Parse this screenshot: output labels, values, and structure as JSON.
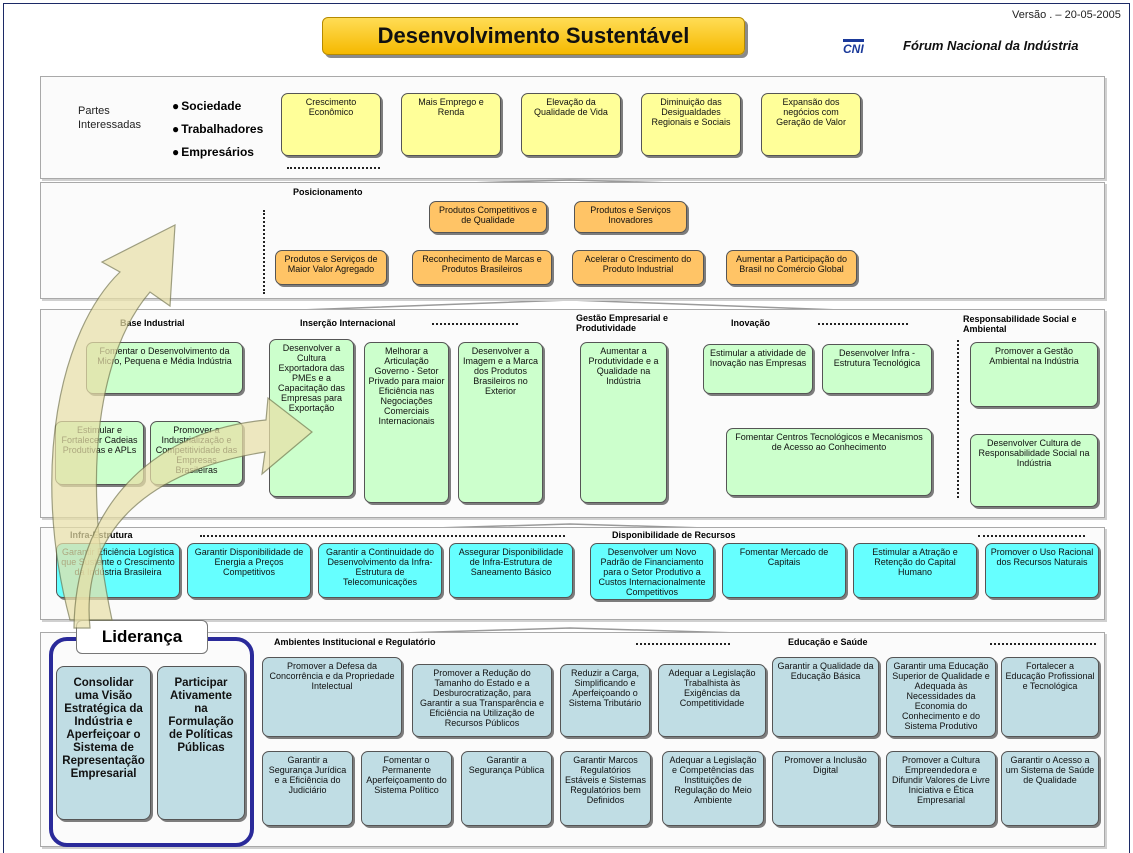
{
  "header": {
    "title": "Desenvolvimento Sustentável",
    "version": "Versão . – 20-05-2005",
    "logo": "CNI",
    "forum": "Fórum Nacional da Indústria"
  },
  "stakeholders": {
    "label": "Partes Interessadas",
    "bullets": [
      "Sociedade",
      "Trabalhadores",
      "Empresários"
    ],
    "goals": [
      "Crescimento Econômico",
      "Mais Emprego e Renda",
      "Elevação da Qualidade de Vida",
      "Diminuição das Desigualdades Regionais e Sociais",
      "Expansão dos negócios com Geração de Valor"
    ]
  },
  "positioning": {
    "title": "Posicionamento",
    "top": [
      "Produtos Competitivos e de Qualidade",
      "Produtos e Serviços Inovadores"
    ],
    "bottom": [
      "Produtos e Serviços de Maior Valor Agregado",
      "Reconhecimento de Marcas e Produtos Brasileiros",
      "Acelerar o Crescimento do Produto Industrial",
      "Aumentar a Participação do Brasil no Comércio Global"
    ]
  },
  "strategy": {
    "headers": {
      "base": "Base Industrial",
      "insercao": "Inserção Internacional",
      "gestao": "Gestão Empresarial e Produtividade",
      "inovacao": "Inovação",
      "responsabilidade": "Responsabilidade Social e Ambiental"
    },
    "base": [
      "Fomentar o Desenvolvimento da Micro, Pequena e Média Indústria",
      "Estimular e Fortalecer Cadeias Produtivas e APLs",
      "Promover a Industrialização e Competitividade das Empresas Brasileiras"
    ],
    "insercao": [
      "Desenvolver a Cultura Exportadora das PMEs e a Capacitação das Empresas para Exportação",
      "Melhorar a Articulação Governo - Setor Privado para maior Eficiência nas Negociações Comerciais Internacionais",
      "Desenvolver a Imagem e a Marca dos Produtos Brasileiros no Exterior"
    ],
    "gestao": [
      "Aumentar a Produtividade e a Qualidade na Indústria"
    ],
    "inovacao": [
      "Estimular a atividade de Inovação nas Empresas",
      "Desenvolver Infra - Estrutura Tecnológica",
      "Fomentar Centros Tecnológicos e Mecanismos de Acesso ao Conhecimento"
    ],
    "responsabilidade": [
      "Promover a Gestão Ambiental na Indústria",
      "Desenvolver Cultura de Responsabilidade Social na Indústria"
    ]
  },
  "resources": {
    "headers": {
      "infra": "Infra-Estrutura",
      "disponibilidade": "Disponibilidade de Recursos"
    },
    "items": [
      "Garantir Eficiência Logística que Sustente o Crescimento da Indústria Brasileira",
      "Garantir Disponibilidade de Energia a Preços Competitivos",
      "Garantir a Continuidade do Desenvolvimento da Infra-Estrutura de Telecomunicações",
      "Assegurar Disponibilidade de Infra-Estrutura de Saneamento Básico",
      "Desenvolver um Novo Padrão de Financiamento para o Setor Produtivo a Custos Internacionalmente Competitivos",
      "Fomentar Mercado de Capitais",
      "Estimular a Atração e Retenção do Capital Humano",
      "Promover o Uso Racional dos Recursos Naturais"
    ]
  },
  "institutional": {
    "headers": {
      "ambientes": "Ambientes Institucional e Regulatório",
      "educacao": "Educação e Saúde"
    },
    "lideranca": {
      "label": "Liderança",
      "items": [
        "Consolidar uma Visão Estratégica da Indústria e Aperfeiçoar o Sistema de Representação Empresarial",
        "Participar Ativamente na Formulação de Políticas Públicas"
      ]
    },
    "ambientes_top": [
      "Promover a Defesa da Concorrência e da Propriedade Intelectual",
      "Promover a Redução do Tamanho do Estado e a Desburocratização, para Garantir a sua Transparência e Eficiência na Utilização de Recursos Públicos",
      "Reduzir a Carga, Simplificando e Aperfeiçoando o Sistema Tributário",
      "Adequar a Legislação Trabalhista às Exigências da Competitividade"
    ],
    "ambientes_bottom": [
      "Garantir a Segurança Jurídica e a Eficiência do Judiciário",
      "Fomentar o Permanente Aperfeiçoamento do Sistema Político",
      "Garantir a Segurança Pública",
      "Garantir Marcos Regulatórios Estáveis e Sistemas Regulatórios bem Definidos",
      "Adequar a Legislação e Competências das Instituições de Regulação do Meio Ambiente"
    ],
    "educacao_top": [
      "Garantir a Qualidade da Educação Básica",
      "Garantir uma Educação Superior de Qualidade e Adequada às Necessidades da Economia do Conhecimento e do Sistema Produtivo",
      "Fortalecer a Educação Profissional e Tecnológica"
    ],
    "educacao_bottom": [
      "Promover a Inclusão Digital",
      "Promover a Cultura Empreendedora e Difundir Valores de Livre Iniciativa e Ética Empresarial",
      "Garantir o Acesso a um Sistema de Saúde de Qualidade"
    ]
  }
}
